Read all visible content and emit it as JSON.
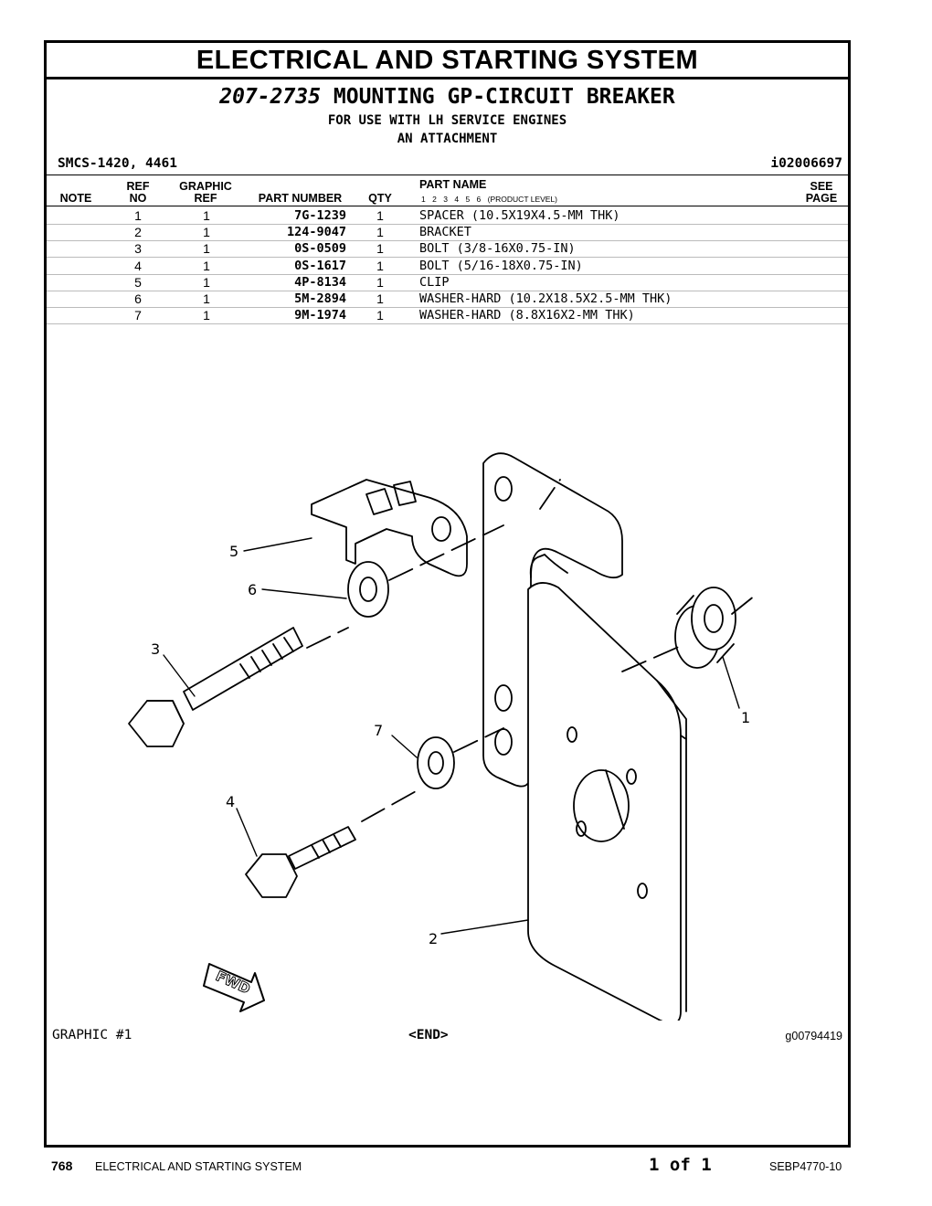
{
  "header": {
    "system_title": "ELECTRICAL AND STARTING SYSTEM",
    "group_number": "207-2735",
    "group_name": "MOUNTING GP-CIRCUIT BREAKER",
    "subtitle_1": "FOR USE WITH LH SERVICE ENGINES",
    "subtitle_2": "AN ATTACHMENT",
    "smcs": "SMCS-1420, 4461",
    "ident": "i02006697"
  },
  "table": {
    "headers": {
      "note": "NOTE",
      "ref_top": "REF",
      "ref_bottom": "NO",
      "graphic_top": "GRAPHIC",
      "graphic_bottom": "REF",
      "part_number": "PART NUMBER",
      "qty": "QTY",
      "part_name": "PART NAME",
      "levels": [
        "1",
        "2",
        "3",
        "4",
        "5",
        "6"
      ],
      "levels_label": "(PRODUCT LEVEL)",
      "see_top": "SEE",
      "see_bottom": "PAGE"
    },
    "rows": [
      {
        "ref": "1",
        "graphic": "1",
        "part_number": "7G-1239",
        "qty": "1",
        "name": "SPACER (10.5X19X4.5-MM THK)"
      },
      {
        "ref": "2",
        "graphic": "1",
        "part_number": "124-9047",
        "qty": "1",
        "name": "BRACKET"
      },
      {
        "ref": "3",
        "graphic": "1",
        "part_number": "0S-0509",
        "qty": "1",
        "name": "BOLT (3/8-16X0.75-IN)"
      },
      {
        "ref": "4",
        "graphic": "1",
        "part_number": "0S-1617",
        "qty": "1",
        "name": "BOLT (5/16-18X0.75-IN)"
      },
      {
        "ref": "5",
        "graphic": "1",
        "part_number": "4P-8134",
        "qty": "1",
        "name": "CLIP"
      },
      {
        "ref": "6",
        "graphic": "1",
        "part_number": "5M-2894",
        "qty": "1",
        "name": "WASHER-HARD (10.2X18.5X2.5-MM THK)"
      },
      {
        "ref": "7",
        "graphic": "1",
        "part_number": "9M-1974",
        "qty": "1",
        "name": "WASHER-HARD (8.8X16X2-MM THK)"
      }
    ]
  },
  "graphic": {
    "callouts": {
      "c1": "1",
      "c2": "2",
      "c3": "3",
      "c4": "4",
      "c5": "5",
      "c6": "6",
      "c7": "7"
    },
    "fwd": "FWD",
    "label": "GRAPHIC #1",
    "end": "<END>",
    "image_id": "g00794419"
  },
  "footer": {
    "page": "768",
    "system": "ELECTRICAL AND STARTING SYSTEM",
    "page_of": "1 of 1",
    "doc": "SEBP4770-10"
  }
}
